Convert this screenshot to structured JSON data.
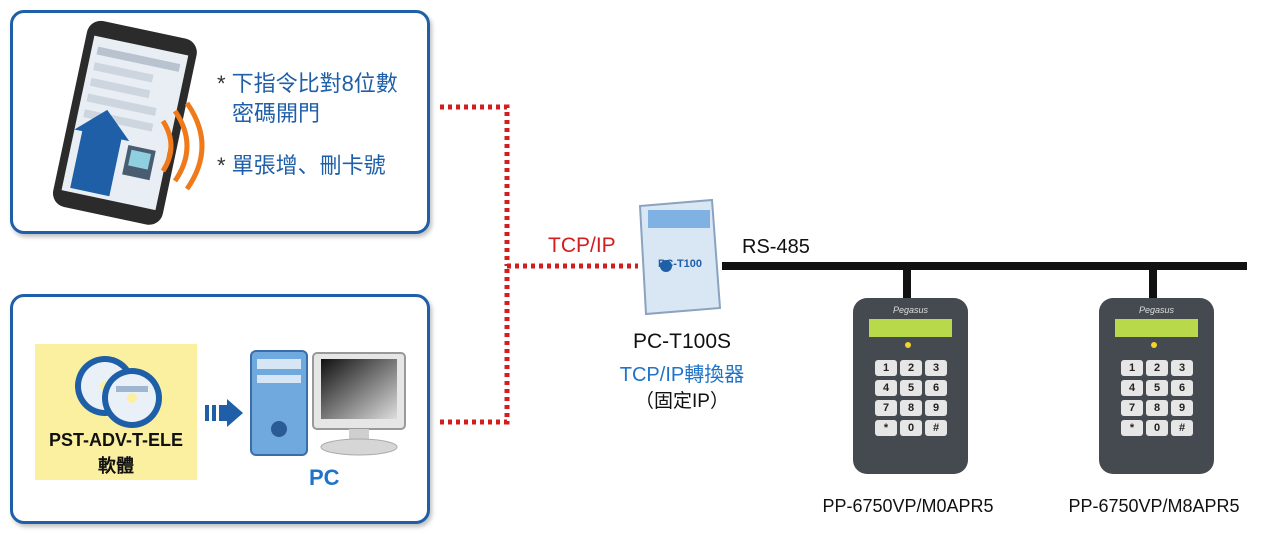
{
  "phone_panel": {
    "bullets": [
      {
        "star": "*",
        "lines": [
          "下指令比對8位數",
          "密碼開門"
        ]
      },
      {
        "star": "*",
        "lines": [
          "單張增、刪卡號"
        ]
      }
    ]
  },
  "pc_panel": {
    "software_label": "PST-ADV-T-ELE",
    "software_sub": "軟體",
    "pc_label": "PC"
  },
  "converter": {
    "protocol_label": "TCP/IP",
    "model": "PC-T100S",
    "desc": "TCP/IP轉換器",
    "note": "（固定IP）",
    "device_text": "PC-T100"
  },
  "bus": {
    "label": "RS-485"
  },
  "readers": [
    {
      "model": "PP-6750VP/M0APR5",
      "brand": "Pegasus"
    },
    {
      "model": "PP-6750VP/M8APR5",
      "brand": "Pegasus"
    }
  ],
  "keypad": [
    "1",
    "2",
    "3",
    "4",
    "5",
    "6",
    "7",
    "8",
    "9",
    "*",
    "0",
    "#"
  ],
  "colors": {
    "panel_border": "#1f5fa8",
    "link": "#d21e1e",
    "bus": "#111111",
    "accent_text": "#1f74c9"
  }
}
